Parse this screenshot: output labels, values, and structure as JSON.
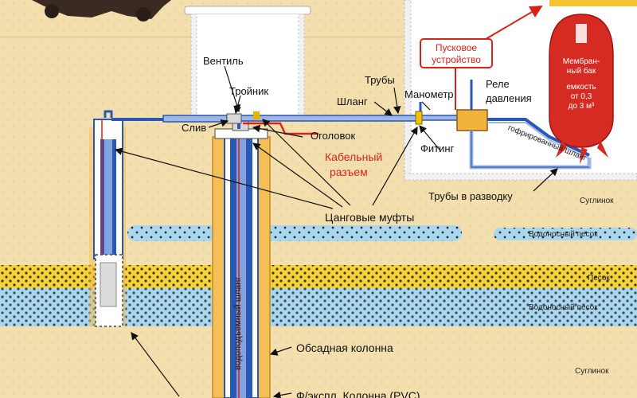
{
  "labels": {
    "valve": "Вентиль",
    "tee": "Тройник",
    "drain": "Слив",
    "pipes": "Трубы",
    "hose": "Шланг",
    "gauge": "Манометр",
    "relay_line1": "Реле",
    "relay_line2": "давления",
    "wellhead": "Оголовок",
    "cable_line1": "Кабельный",
    "cable_line2": "разъем",
    "fitting": "Фитинг",
    "corrugated_hose": "гофрированный шланг",
    "pipes_distribution": "Трубы в разводку",
    "zinc_couplings": "Цанговые муфты",
    "casing": "Обсадная колонна",
    "production_column": "Ф/экспл. Колонна (PVC)",
    "lift_hose": "водоподъемный шланг",
    "start_line1": "Пусковое",
    "start_line2": "устройство",
    "tank_line1": "Мембран-",
    "tank_line2": "ный бак",
    "tank_line3": "емкость",
    "tank_line4": "от 0,3",
    "tank_line5": "до 3 м³"
  },
  "soil": {
    "loam_top": "Суглинок",
    "aquifer_sand_1": "Водоносный песок",
    "sand": "Песок",
    "aquifer_sand_2": "Водоносный песок",
    "loam_bottom": "Суглинок"
  },
  "colors": {
    "ground": "#f3dfae",
    "pipe_blue": "#2b57b4",
    "cable_red": "#d8231b",
    "tank_red": "#d62b22",
    "aquifer_blue": "#a9d7f0",
    "sand_yellow": "#f6d23a",
    "casing": "#f4bf57",
    "relay": "#f2b33c"
  }
}
